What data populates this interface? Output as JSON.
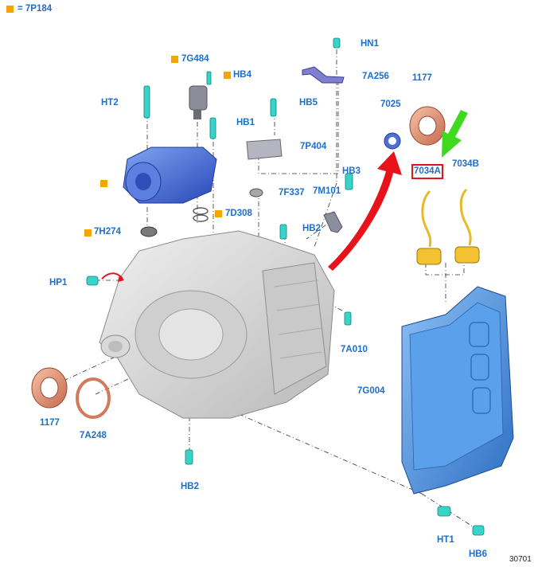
{
  "legend": {
    "equals": "= 7P184"
  },
  "figure_number": "30701",
  "colors": {
    "label": "#1a6fd0",
    "marker": "#f5a400",
    "highlight": "#e0141c",
    "arrow_red": "#e8121a",
    "arrow_green": "#3fd91e",
    "case": "#d6d6d6",
    "pan": "#4a90e0",
    "seal": "#e89a7a",
    "bolt": "#38d4c8",
    "harness": "#f2c230"
  },
  "labels": {
    "hn1": "HN1",
    "a256": "7A256",
    "g484": "7G484",
    "hb4": "HB4",
    "ht2": "HT2",
    "hb5": "HB5",
    "hb1": "HB1",
    "p404": "7P404",
    "hb3": "HB3",
    "f337": "7F337",
    "m101": "7M101",
    "d308": "7D308",
    "h274": "7H274",
    "hb2_top": "HB2",
    "hp1": "HP1",
    "a010": "7A010",
    "g004": "7G004",
    "s1177_top": "1177",
    "s7025": "7025",
    "a7034a": "7034A",
    "b7034b": "7034B",
    "s1177_left": "1177",
    "a248": "7A248",
    "hb2_bottom": "HB2",
    "ht1": "HT1",
    "hb6": "HB6"
  }
}
